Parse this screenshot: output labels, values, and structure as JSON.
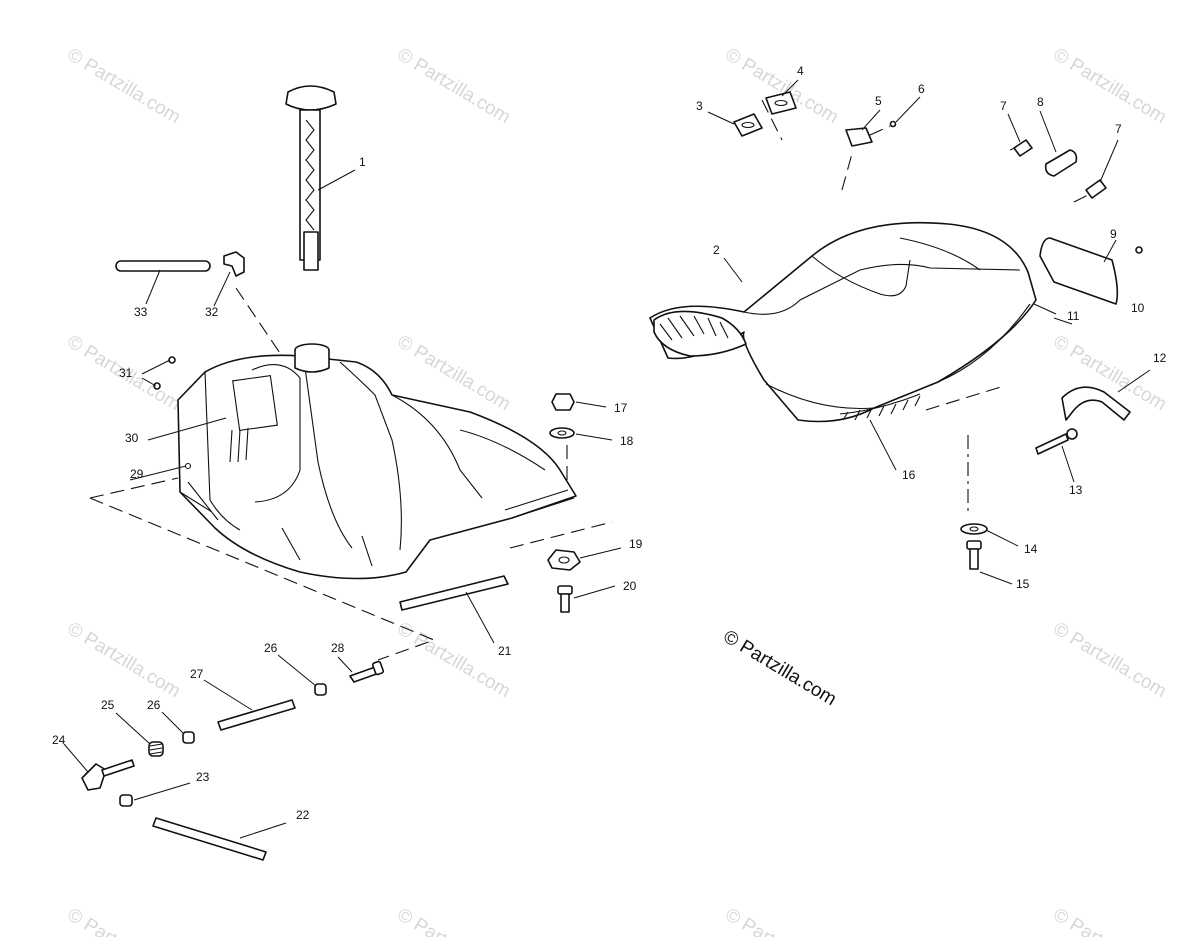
{
  "watermark": {
    "text": "© Partzilla.com",
    "color": "#d7d7d7"
  },
  "credit": {
    "text": "© Partzilla.com"
  },
  "callouts": [
    "1",
    "2",
    "3",
    "4",
    "5",
    "6",
    "7",
    "8",
    "7",
    "9",
    "10",
    "11",
    "12",
    "13",
    "14",
    "15",
    "16",
    "17",
    "18",
    "19",
    "20",
    "21",
    "22",
    "23",
    "24",
    "25",
    "26",
    "26",
    "27",
    "28",
    "29",
    "30",
    "31",
    "32",
    "33"
  ],
  "icons": [
    "fuel-tank",
    "seat",
    "fuel-sender",
    "hose",
    "fitting",
    "grommet",
    "rivet",
    "bracket",
    "screw",
    "washer",
    "bolt",
    "strap",
    "pin",
    "spring",
    "valve"
  ]
}
